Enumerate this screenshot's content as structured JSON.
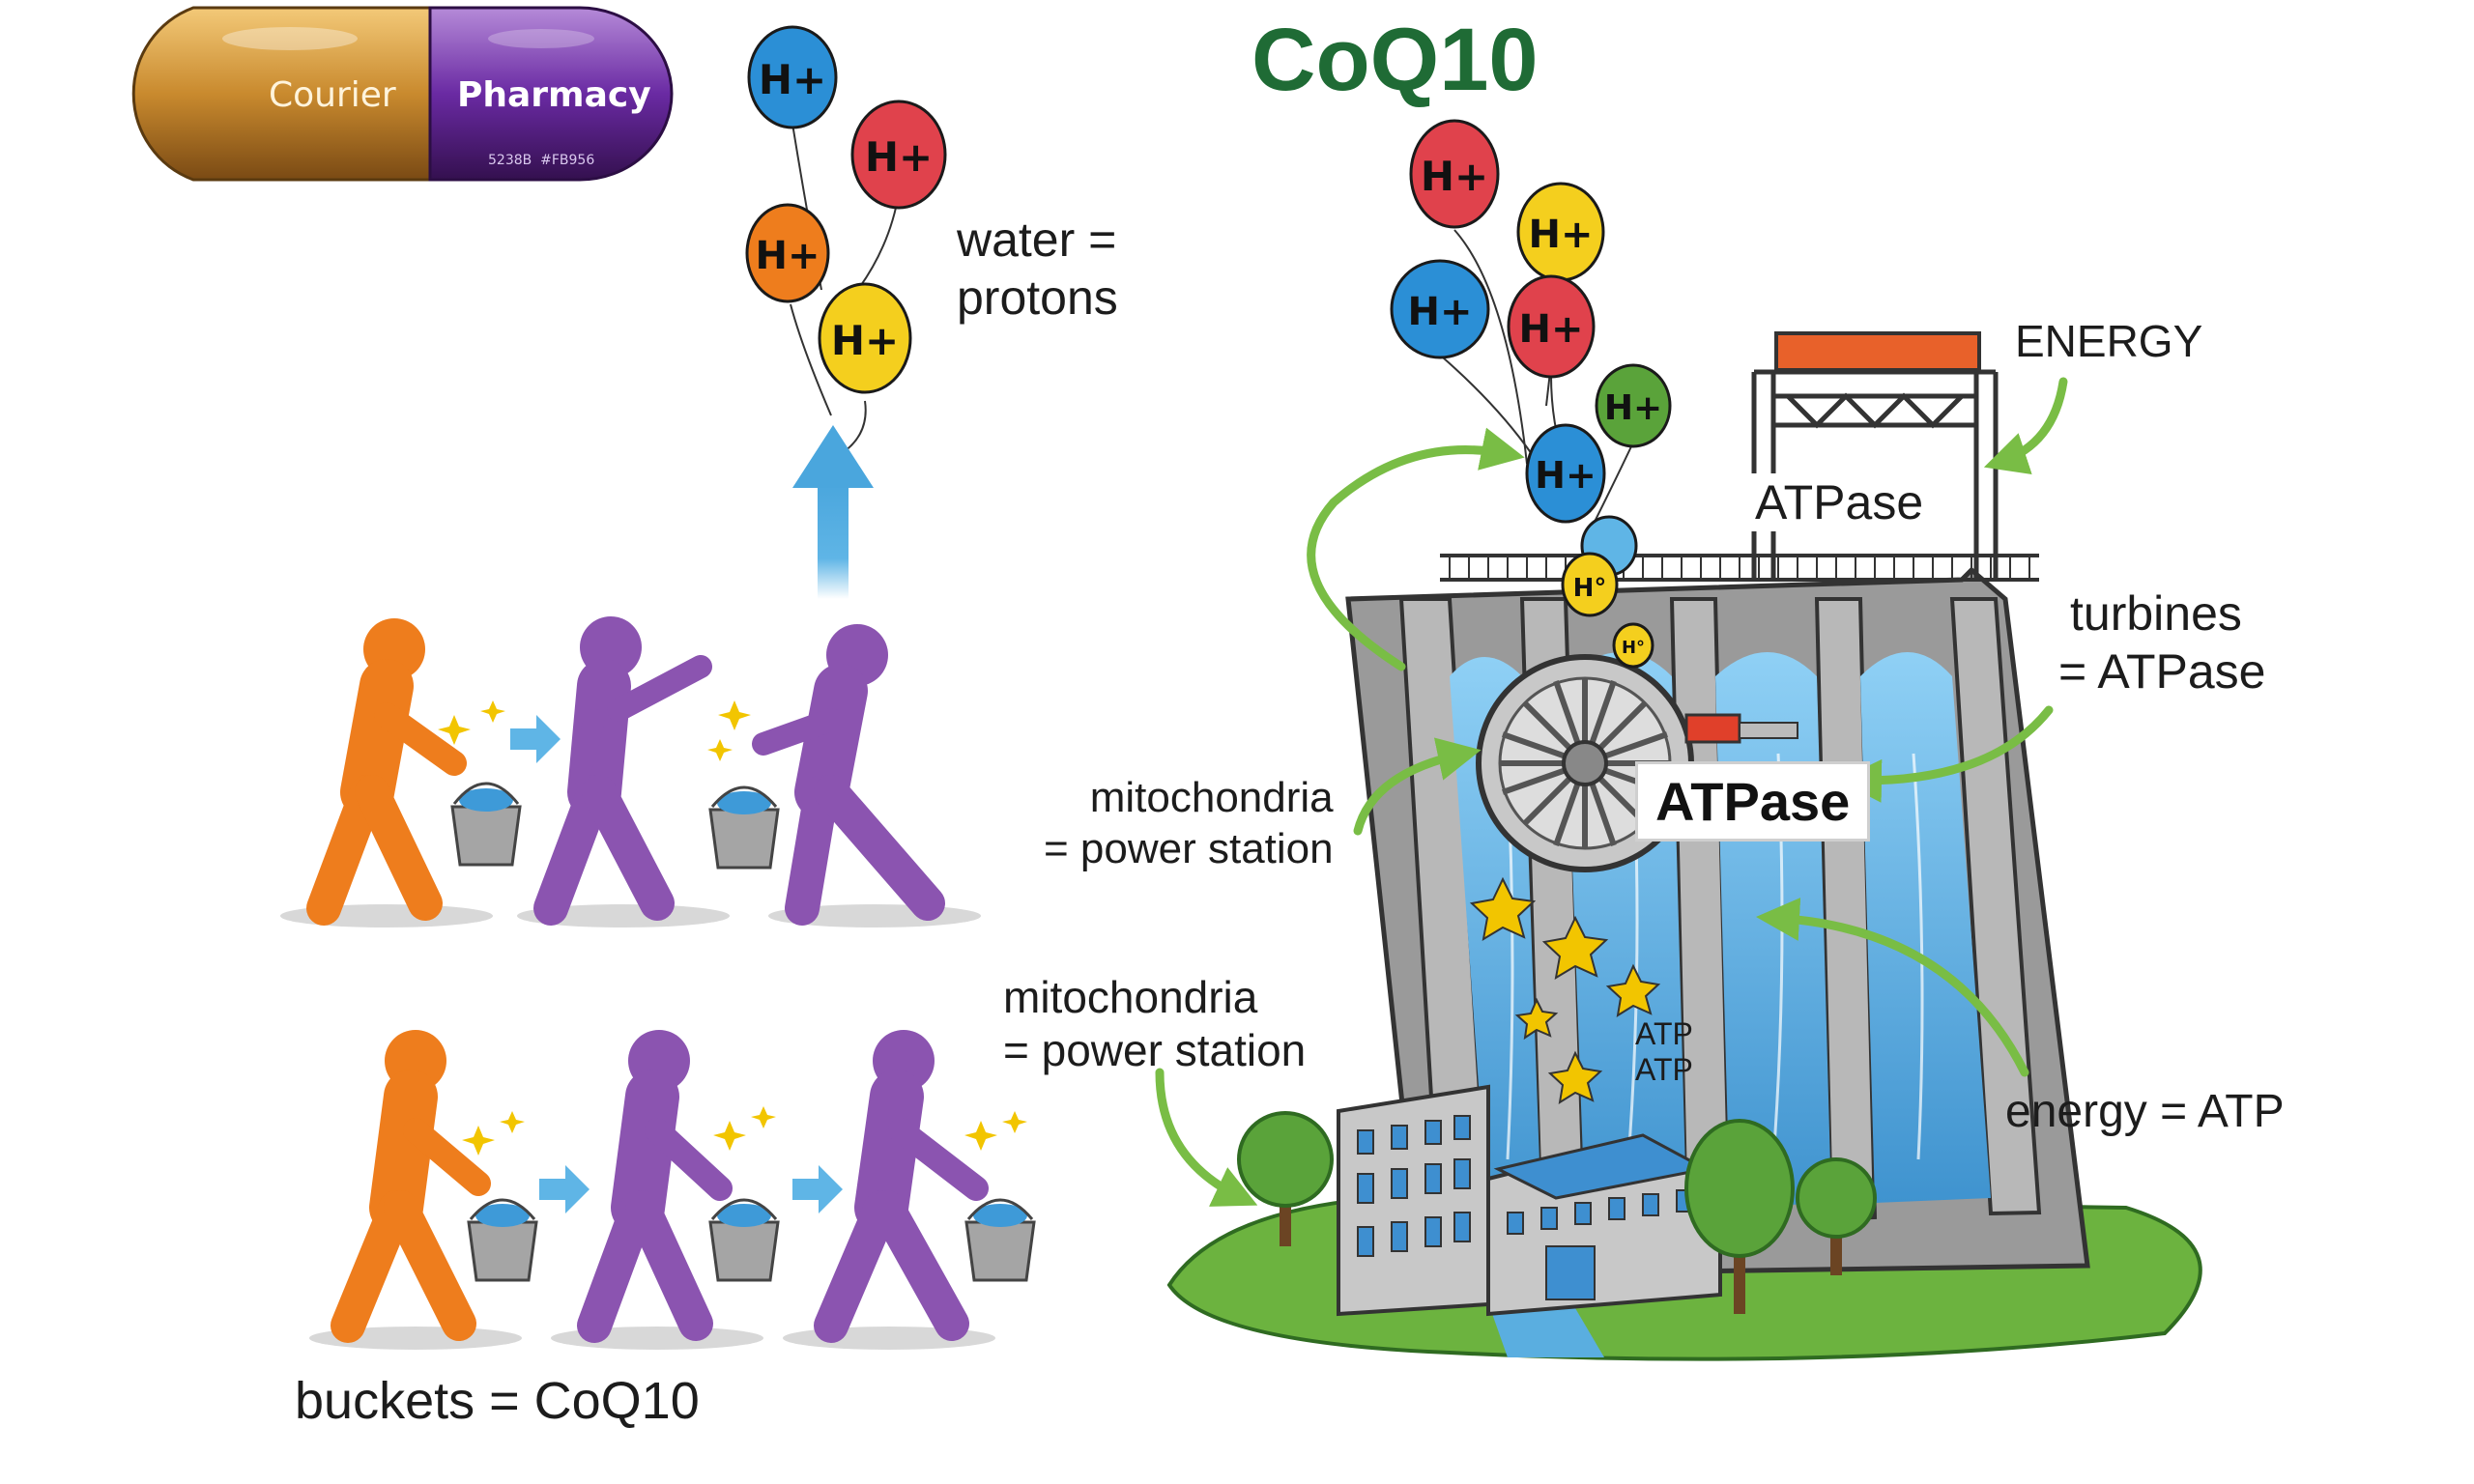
{
  "title": "CoQ10",
  "logo": {
    "left_text": "Courier",
    "right_text": "Pharmacy",
    "small_text": "5238B  #FB956",
    "colors": {
      "left": "#c98a2e",
      "right": "#6a2aa3"
    }
  },
  "balloon_text": [
    "H+",
    "H+",
    "H+",
    "H+",
    "H+",
    "H+",
    "H+",
    "H+",
    "H+",
    "H+",
    "H°",
    "H°"
  ],
  "labels": {
    "water_protons": [
      "water =",
      "protons"
    ],
    "energy": "ENERGY",
    "atpase_top": "ATPase",
    "turbines": [
      "turbines",
      "= ATPase"
    ],
    "atpase_box": "ATPase",
    "mito_1": [
      "mitochondria",
      "= power station"
    ],
    "mito_2": [
      "mitochondria",
      "= power station"
    ],
    "energy_atp": "energy = ATP",
    "atp_marks": [
      "ATP",
      "ATP"
    ],
    "buckets": "buckets = CoQ10"
  },
  "colors": {
    "orange_person": "#ee7d1d",
    "purple_person": "#8b54b0",
    "green_arrow": "#79bd45",
    "water": "#5aaee0",
    "dam": "#9a9a9a",
    "title": "#1f6b35"
  },
  "icons": [
    "capsule-logo",
    "balloon-icon",
    "person-icon",
    "bucket-icon",
    "turbine-icon",
    "tree-icon",
    "building-icon",
    "arrow-icon",
    "spark-icon"
  ]
}
